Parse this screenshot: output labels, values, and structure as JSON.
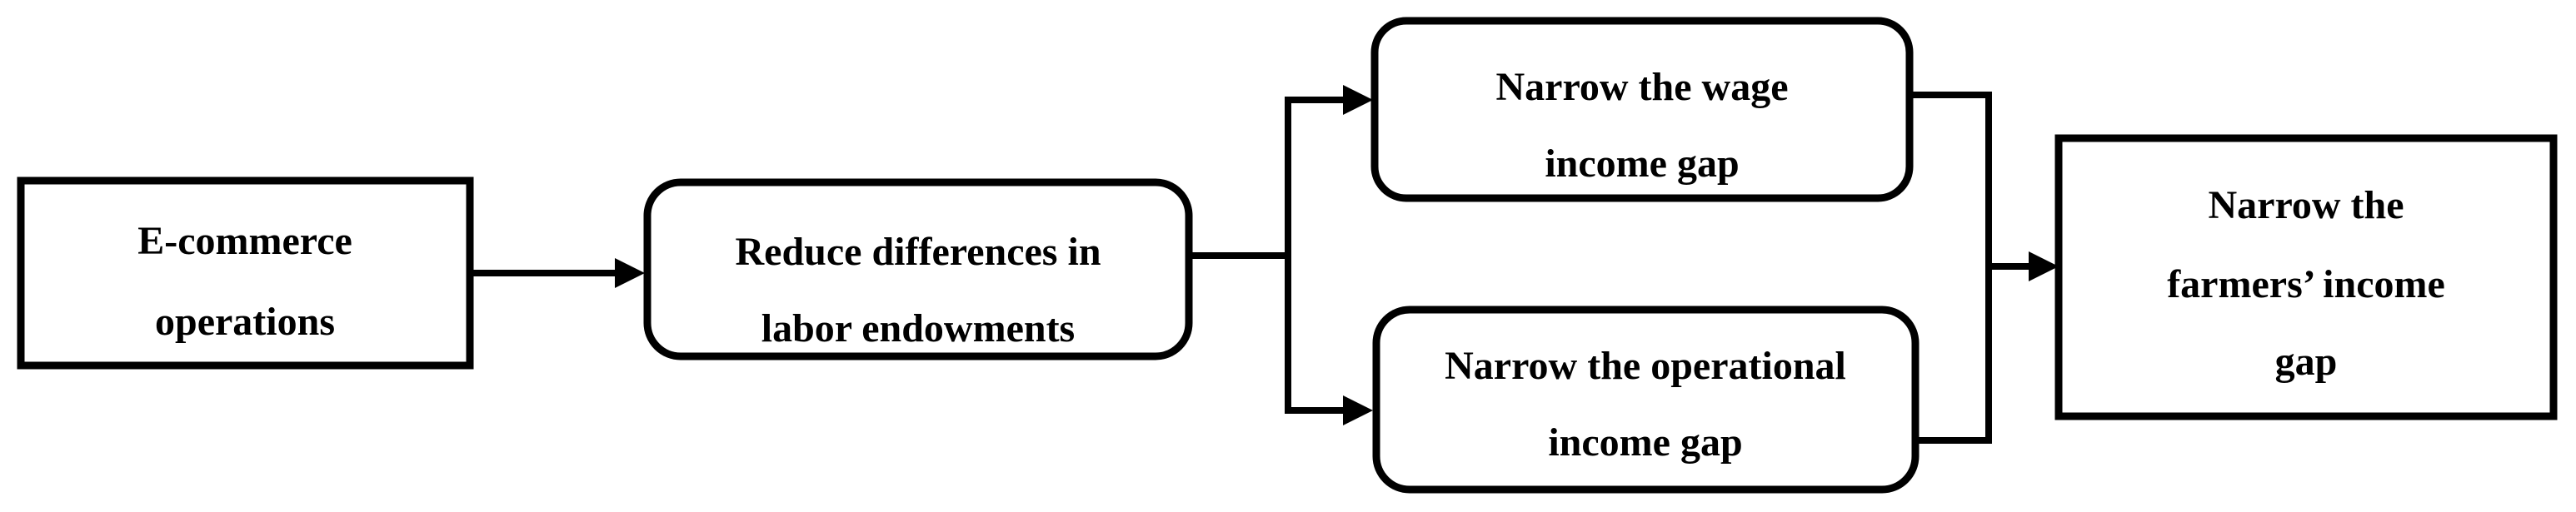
{
  "diagram": {
    "type": "flowchart",
    "background_color": "#ffffff",
    "stroke_color": "#000000",
    "text_color": "#000000",
    "nodes": [
      {
        "id": "ecommerce-operations",
        "shape": "rectangle",
        "lines": [
          "E-commerce",
          "operations"
        ]
      },
      {
        "id": "reduce-differences",
        "shape": "rounded-rectangle",
        "lines": [
          "Reduce differences in",
          "labor endowments"
        ]
      },
      {
        "id": "narrow-wage-gap",
        "shape": "rounded-rectangle",
        "lines": [
          "Narrow the wage",
          "income gap"
        ]
      },
      {
        "id": "narrow-operational-gap",
        "shape": "rounded-rectangle",
        "lines": [
          "Narrow the operational",
          "income gap"
        ]
      },
      {
        "id": "narrow-farmers-gap",
        "shape": "rectangle",
        "lines": [
          "Narrow the",
          "farmers’ income",
          "gap"
        ]
      }
    ],
    "edges": [
      {
        "from": "ecommerce-operations",
        "to": "reduce-differences"
      },
      {
        "from": "reduce-differences",
        "to": "narrow-wage-gap"
      },
      {
        "from": "reduce-differences",
        "to": "narrow-operational-gap"
      },
      {
        "from": "narrow-wage-gap",
        "to": "narrow-farmers-gap"
      },
      {
        "from": "narrow-operational-gap",
        "to": "narrow-farmers-gap"
      }
    ]
  }
}
